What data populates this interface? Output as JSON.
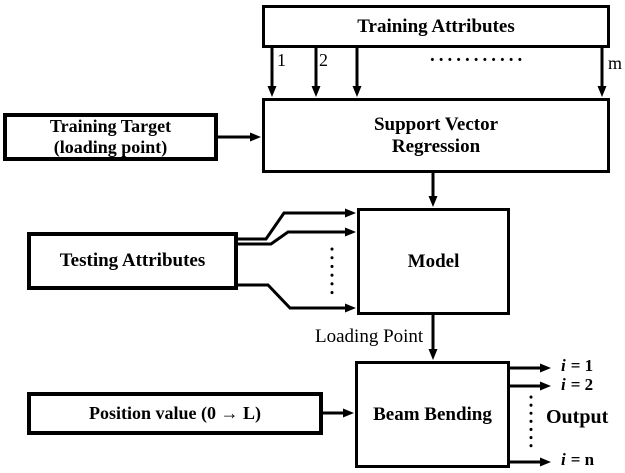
{
  "figure": {
    "background": "#ffffff",
    "ink": "#000000"
  },
  "boxes": {
    "training_attributes": {
      "label": "Training Attributes"
    },
    "support_vector_regression": {
      "line1": "Support Vector",
      "line2": "Regression"
    },
    "training_target": {
      "line1": "Training Target",
      "line2": "(loading point)"
    },
    "testing_attributes": {
      "label": "Testing Attributes"
    },
    "model": {
      "label": "Model"
    },
    "beam_bending": {
      "label": "Beam Bending"
    },
    "position_value": {
      "label": "Position value (0 → L)"
    }
  },
  "annotations": {
    "attr_index_1": "1",
    "attr_index_2": "2",
    "attr_index_m": "m",
    "attr_ellipsis": "...........",
    "loading_point": "Loading Point",
    "output_heading": "Output",
    "outputs": [
      {
        "symbol": "i",
        "value": "= 1"
      },
      {
        "symbol": "i",
        "value": "= 2"
      },
      {
        "symbol": "i",
        "value": "= n"
      }
    ]
  }
}
